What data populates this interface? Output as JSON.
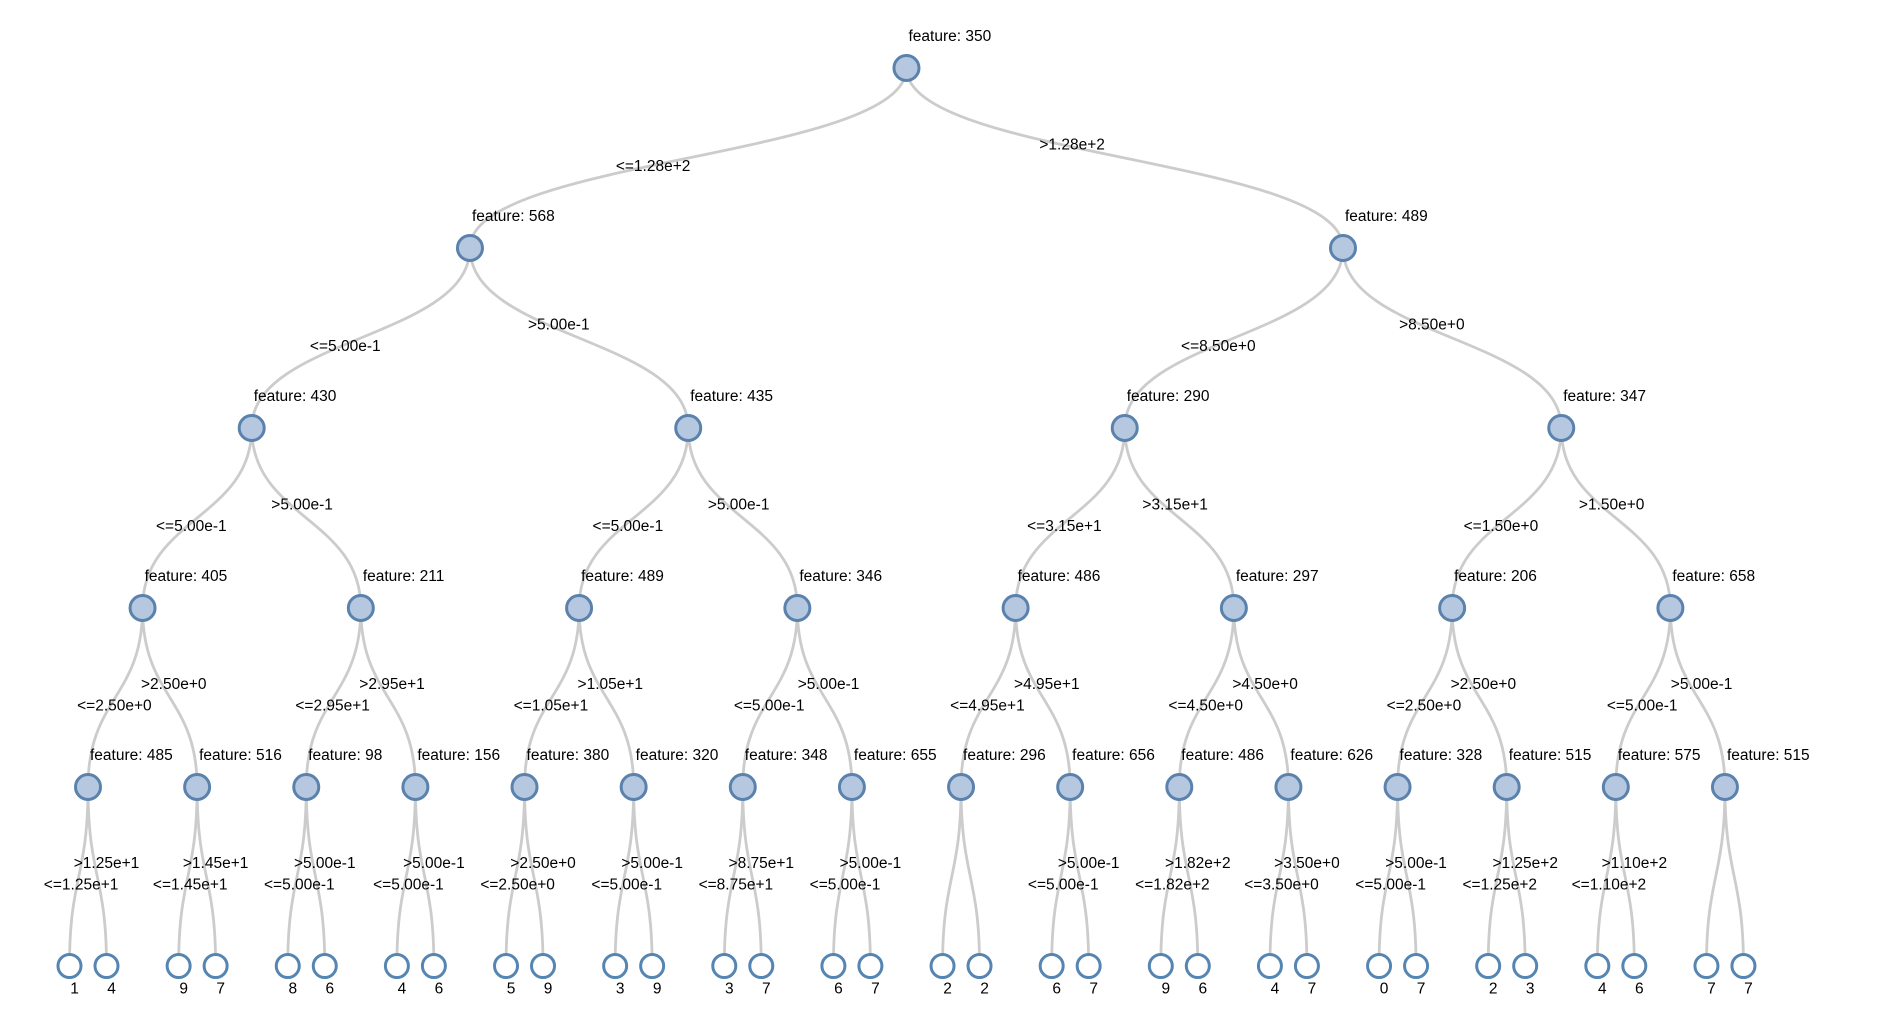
{
  "figure": {
    "kind": "decision-tree",
    "colors": {
      "background": "#ffffff",
      "edge": "#cccccc",
      "internal_node_fill": "#b6c8e0",
      "internal_node_stroke": "#5a82ad",
      "leaf_node_fill": "#ffffff",
      "leaf_node_stroke": "#5585b2",
      "text": "#000000"
    },
    "tree": {
      "label": "feature: 350",
      "le_label": "<=1.28e+2",
      "gt_label": ">1.28e+2",
      "children": [
        {
          "label": "feature: 568",
          "le_label": "<=5.00e-1",
          "gt_label": ">5.00e-1",
          "children": [
            {
              "label": "feature: 430",
              "le_label": "<=5.00e-1",
              "gt_label": ">5.00e-1",
              "children": [
                {
                  "label": "feature: 405",
                  "le_label": "<=2.50e+0",
                  "gt_label": ">2.50e+0",
                  "children": [
                    {
                      "label": "feature: 485",
                      "le_label": "<=1.25e+1",
                      "gt_label": ">1.25e+1",
                      "children": [
                        {
                          "label": "1"
                        },
                        {
                          "label": "4"
                        }
                      ]
                    },
                    {
                      "label": "feature: 516",
                      "le_label": "<=1.45e+1",
                      "gt_label": ">1.45e+1",
                      "children": [
                        {
                          "label": "9"
                        },
                        {
                          "label": "7"
                        }
                      ]
                    }
                  ]
                },
                {
                  "label": "feature: 211",
                  "le_label": "<=2.95e+1",
                  "gt_label": ">2.95e+1",
                  "children": [
                    {
                      "label": "feature: 98",
                      "le_label": "<=5.00e-1",
                      "gt_label": ">5.00e-1",
                      "children": [
                        {
                          "label": "8"
                        },
                        {
                          "label": "6"
                        }
                      ]
                    },
                    {
                      "label": "feature: 156",
                      "le_label": "<=5.00e-1",
                      "gt_label": ">5.00e-1",
                      "children": [
                        {
                          "label": "4"
                        },
                        {
                          "label": "6"
                        }
                      ]
                    }
                  ]
                }
              ]
            },
            {
              "label": "feature: 435",
              "le_label": "<=5.00e-1",
              "gt_label": ">5.00e-1",
              "children": [
                {
                  "label": "feature: 489",
                  "le_label": "<=1.05e+1",
                  "gt_label": ">1.05e+1",
                  "children": [
                    {
                      "label": "feature: 380",
                      "le_label": "<=2.50e+0",
                      "gt_label": ">2.50e+0",
                      "children": [
                        {
                          "label": "5"
                        },
                        {
                          "label": "9"
                        }
                      ]
                    },
                    {
                      "label": "feature: 320",
                      "le_label": "<=5.00e-1",
                      "gt_label": ">5.00e-1",
                      "children": [
                        {
                          "label": "3"
                        },
                        {
                          "label": "9"
                        }
                      ]
                    }
                  ]
                },
                {
                  "label": "feature: 346",
                  "le_label": "<=5.00e-1",
                  "gt_label": ">5.00e-1",
                  "children": [
                    {
                      "label": "feature: 348",
                      "le_label": "<=8.75e+1",
                      "gt_label": ">8.75e+1",
                      "children": [
                        {
                          "label": "3"
                        },
                        {
                          "label": "7"
                        }
                      ]
                    },
                    {
                      "label": "feature: 655",
                      "le_label": "<=5.00e-1",
                      "gt_label": ">5.00e-1",
                      "children": [
                        {
                          "label": "6"
                        },
                        {
                          "label": "7"
                        }
                      ]
                    }
                  ]
                }
              ]
            }
          ]
        },
        {
          "label": "feature: 489",
          "le_label": "<=8.50e+0",
          "gt_label": ">8.50e+0",
          "children": [
            {
              "label": "feature: 290",
              "le_label": "<=3.15e+1",
              "gt_label": ">3.15e+1",
              "children": [
                {
                  "label": "feature: 486",
                  "le_label": "<=4.95e+1",
                  "gt_label": ">4.95e+1",
                  "children": [
                    {
                      "label": "feature: 296",
                      "children": [
                        {
                          "label": "2"
                        },
                        {
                          "label": "2"
                        }
                      ]
                    },
                    {
                      "label": "feature: 656",
                      "le_label": "<=5.00e-1",
                      "gt_label": ">5.00e-1",
                      "children": [
                        {
                          "label": "6"
                        },
                        {
                          "label": "7"
                        }
                      ]
                    }
                  ]
                },
                {
                  "label": "feature: 297",
                  "le_label": "<=4.50e+0",
                  "gt_label": ">4.50e+0",
                  "children": [
                    {
                      "label": "feature: 486",
                      "le_label": "<=1.82e+2",
                      "gt_label": ">1.82e+2",
                      "children": [
                        {
                          "label": "9"
                        },
                        {
                          "label": "6"
                        }
                      ]
                    },
                    {
                      "label": "feature: 626",
                      "le_label": "<=3.50e+0",
                      "gt_label": ">3.50e+0",
                      "children": [
                        {
                          "label": "4"
                        },
                        {
                          "label": "7"
                        }
                      ]
                    }
                  ]
                }
              ]
            },
            {
              "label": "feature: 347",
              "le_label": "<=1.50e+0",
              "gt_label": ">1.50e+0",
              "children": [
                {
                  "label": "feature: 206",
                  "le_label": "<=2.50e+0",
                  "gt_label": ">2.50e+0",
                  "children": [
                    {
                      "label": "feature: 328",
                      "le_label": "<=5.00e-1",
                      "gt_label": ">5.00e-1",
                      "children": [
                        {
                          "label": "0"
                        },
                        {
                          "label": "7"
                        }
                      ]
                    },
                    {
                      "label": "feature: 515",
                      "le_label": "<=1.25e+2",
                      "gt_label": ">1.25e+2",
                      "children": [
                        {
                          "label": "2"
                        },
                        {
                          "label": "3"
                        }
                      ]
                    }
                  ]
                },
                {
                  "label": "feature: 658",
                  "le_label": "<=5.00e-1",
                  "gt_label": ">5.00e-1",
                  "children": [
                    {
                      "label": "feature: 575",
                      "le_label": "<=1.10e+2",
                      "gt_label": ">1.10e+2",
                      "children": [
                        {
                          "label": "4"
                        },
                        {
                          "label": "6"
                        }
                      ]
                    },
                    {
                      "label": "feature: 515",
                      "children": [
                        {
                          "label": "7"
                        },
                        {
                          "label": "7"
                        }
                      ]
                    }
                  ]
                }
              ]
            }
          ]
        }
      ]
    }
  }
}
